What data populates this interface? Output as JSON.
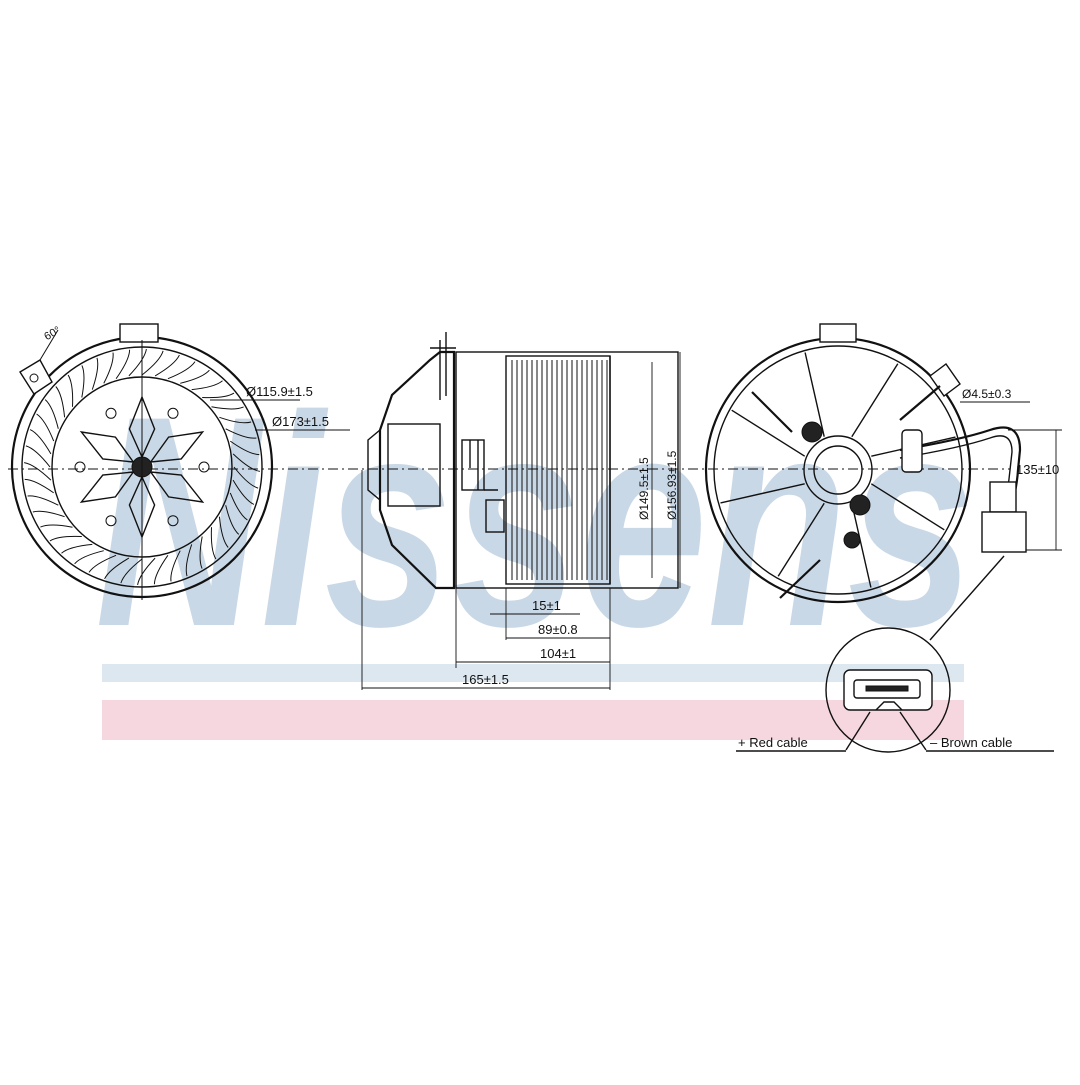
{
  "brand": {
    "watermark": "Nissens",
    "watermark_color": "#c9d8e6",
    "stripe_blue": "#dce7f0",
    "stripe_red": "#f6d6df"
  },
  "left_view": {
    "angle_label": "60°",
    "dim_inner_diameter": "Ø115.9±1.5",
    "dim_outer_diameter": "Ø173±1.5"
  },
  "side_view": {
    "dim_diameter_1": "Ø149.5±1.5",
    "dim_diameter_2": "Ø156.93±1.5",
    "dim_1": "15±1",
    "dim_2": "89±0.8",
    "dim_3": "104±1",
    "dim_overall": "165±1.5"
  },
  "right_view": {
    "dim_hole": "Ø4.5±0.3",
    "dim_cable": "135±10"
  },
  "connector": {
    "plus_label": "+ Red cable",
    "minus_label": "– Brown cable"
  }
}
